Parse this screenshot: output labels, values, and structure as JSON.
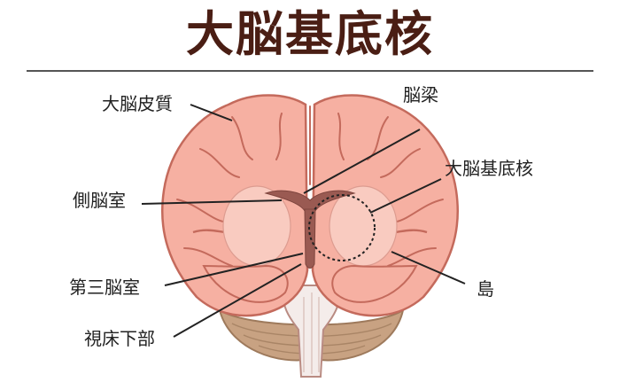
{
  "title": "大脳基底核",
  "labels": {
    "cerebral_cortex": "大脳皮質",
    "corpus_callosum": "脳梁",
    "basal_ganglia": "大脳基底核",
    "lateral_ventricle": "側脳室",
    "third_ventricle": "第三脳室",
    "insula": "島",
    "hypothalamus": "視床下部"
  },
  "colors": {
    "title": "#4a1e14",
    "brain_fill": "#f6b0a2",
    "brain_outline": "#c46a5c",
    "ventricle": "#9a5a52",
    "cerebellum": "#c8a282",
    "brainstem": "#f4ecea"
  }
}
